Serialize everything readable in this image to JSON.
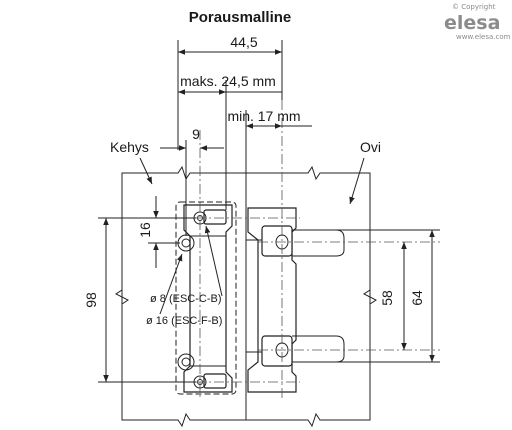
{
  "title": "Porausmalline",
  "brand": {
    "copyright": "© Copyright",
    "logo": "elesa",
    "url": "www.elesa.com"
  },
  "labels": {
    "frame": "Kehys",
    "door": "Ovi",
    "hole_small": "ø 8 (ESC-C-B)",
    "hole_large": "ø 16 (ESC-F-B)"
  },
  "dimensions": {
    "overall_width": "44,5",
    "max_width": "maks. 24,5 mm",
    "min_width": "min. 17 mm",
    "offset": "9",
    "hole_spacing_vertical": "16",
    "frame_height": "98",
    "door_inner_height": "58",
    "door_outer_height": "64"
  }
}
